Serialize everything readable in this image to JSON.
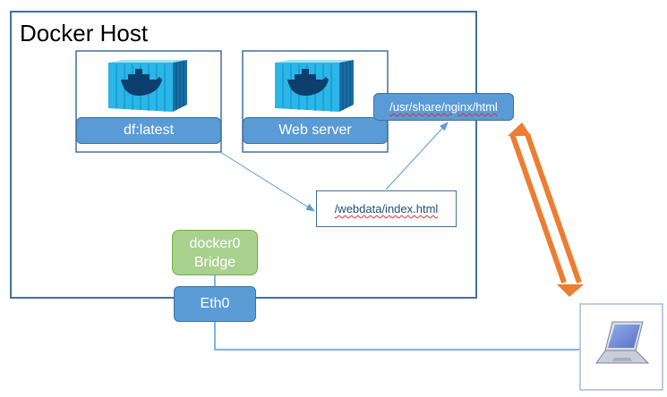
{
  "host": {
    "title": "Docker Host"
  },
  "containers": [
    {
      "label": "df:latest",
      "icon": "docker-container-icon"
    },
    {
      "label": "Web server",
      "icon": "docker-container-icon"
    }
  ],
  "mount_path": {
    "label": "/usr/share/nginx/html"
  },
  "volume_path": {
    "label": "/webdata/index.html"
  },
  "bridge": {
    "line1": "docker0",
    "line2": "Bridge"
  },
  "interface": {
    "label": "Eth0"
  },
  "client": {
    "icon": "laptop-icon"
  },
  "colors": {
    "box_border": "#41719c",
    "pill_fill": "#5b9bd5",
    "bridge_fill": "#a9d18e",
    "container_fill": "#29b6e8",
    "orange_arrow": "#ed7d31",
    "connector": "#5b9bd5"
  }
}
